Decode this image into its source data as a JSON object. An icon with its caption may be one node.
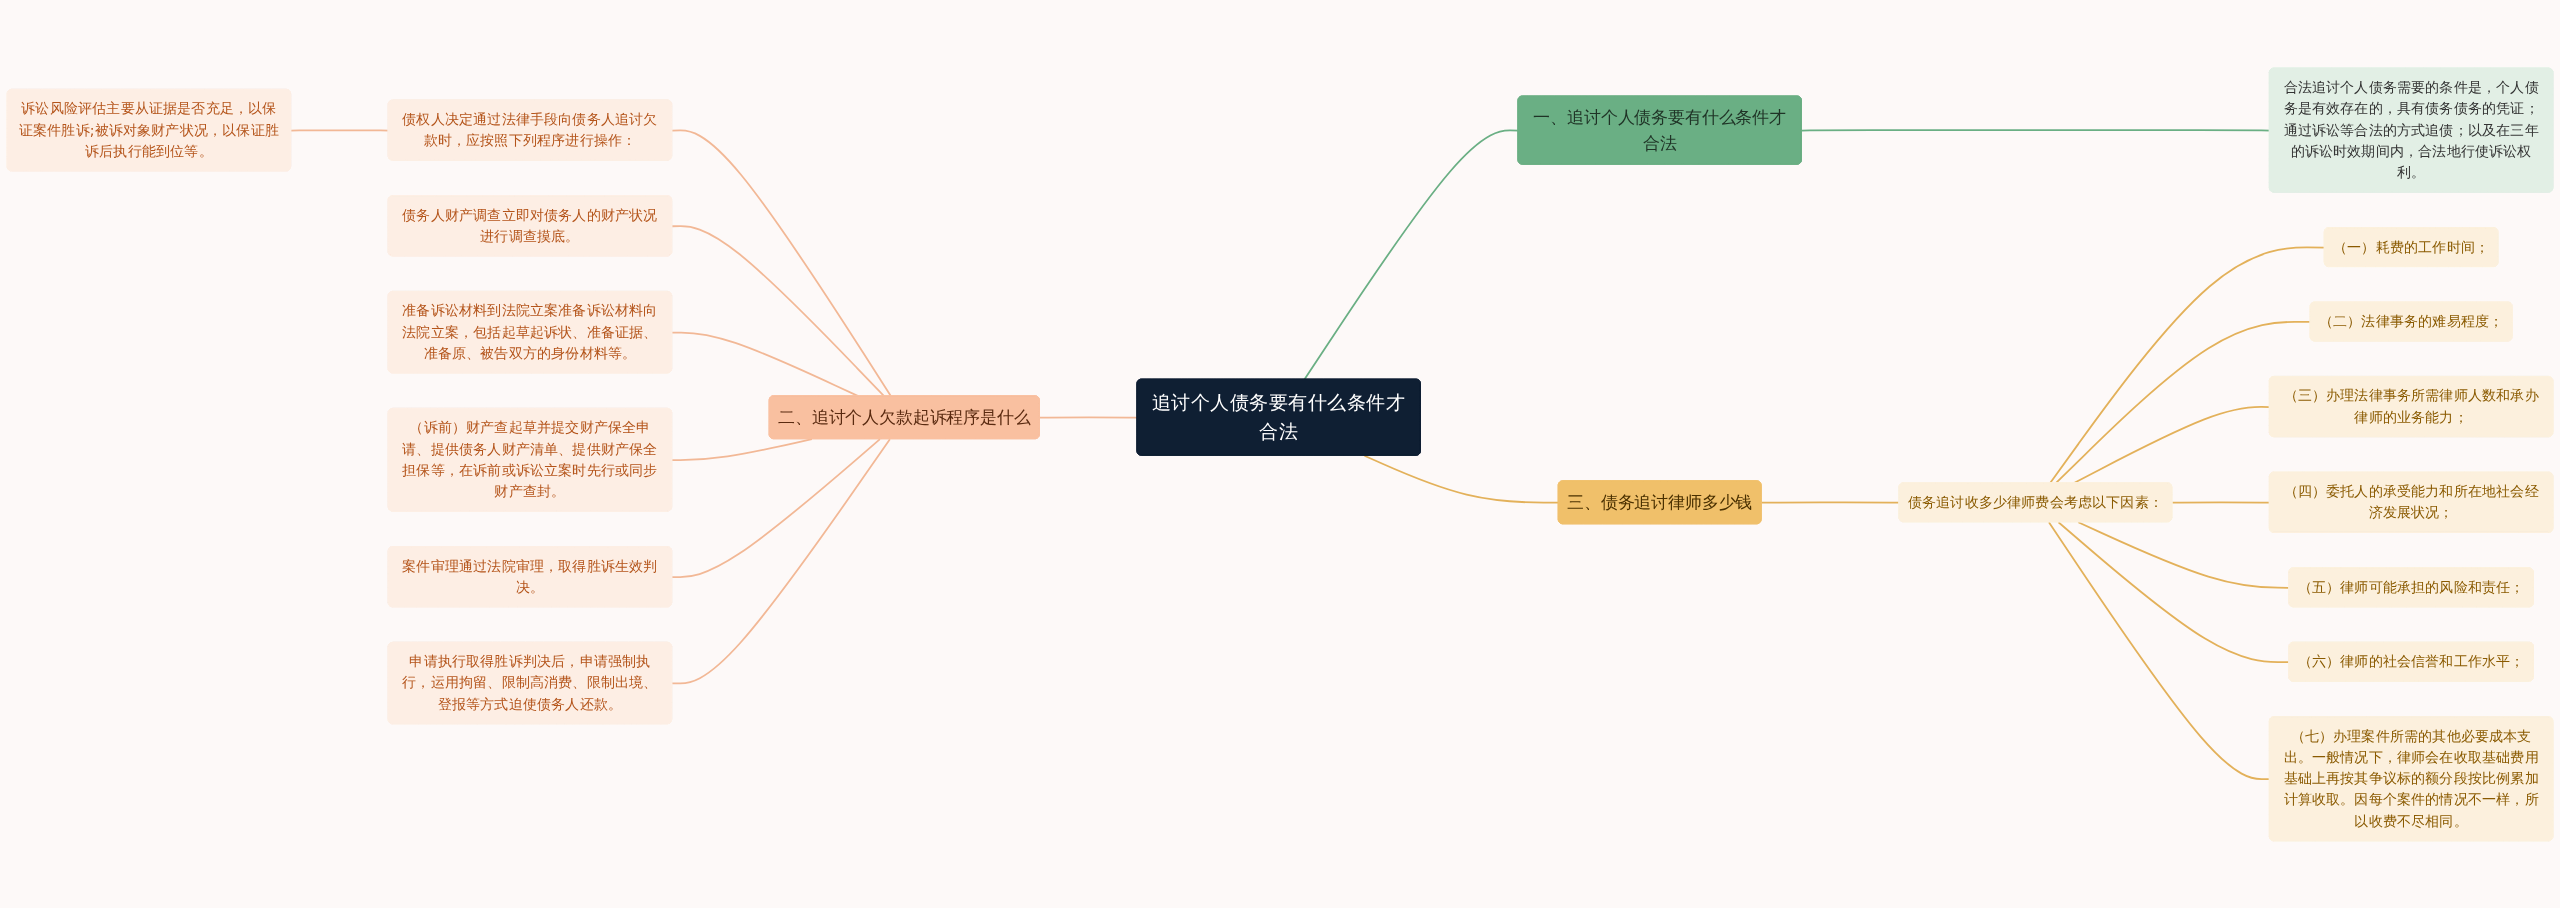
{
  "diagram": {
    "nodes": [
      {
        "text": [
          "追讨个人债务要有什么条件才合法"
        ]
      },
      {
        "text": [
          "一、追讨个人债务要有什么条件才合法"
        ]
      },
      {
        "text": [
          "合法追讨个人债务需要的条件是，个人债务是有效存在的，具有债务债务的凭证；通过诉讼等合法的方式追债；以及在三年的诉讼时效期间内，合法地行使诉讼权利。"
        ]
      },
      {
        "text": [
          "二、追讨个人欠款起诉程序是什么"
        ]
      },
      {
        "text": [
          "债权人决定通过法律手段向债务人追讨欠款时，应按照下列程序进行操作："
        ]
      },
      {
        "text": [
          "诉讼风险评估主要从证据是否充足，以保证案件胜诉;被诉对象财产状况，以保证胜诉后执行能到位等。"
        ]
      },
      {
        "text": [
          "债务人财产调查立即对债务人的财产状况进行调查摸底。"
        ]
      },
      {
        "text": [
          "准备诉讼材料到法院立案准备诉讼材料向法院立案，包括起草起诉状、准备证据、准备原、被告双方的身份材料等。"
        ]
      },
      {
        "text": [
          "（诉前）财产查起草并提交财产保全申请、提供债务人财产清单、提供财产保全担保等，在诉前或诉讼立案时先行或同步财产查封。"
        ]
      },
      {
        "text": [
          "案件审理通过法院审理，取得胜诉生效判决。"
        ]
      },
      {
        "text": [
          "申请执行取得胜诉判决后，申请强制执行，运用拘留、限制高消费、限制出境、登报等方式迫使债务人还款。"
        ]
      },
      {
        "text": [
          "三、债务追讨律师多少钱"
        ]
      },
      {
        "text": [
          "债务追讨收多少律师费会考虑以下因素："
        ]
      },
      {
        "text": [
          "（一）耗费的工作时间；"
        ]
      },
      {
        "text": [
          "（二）法律事务的难易程度；"
        ]
      },
      {
        "text": [
          "（三）办理法律事务所需律师人数和承办律师的业务能力；"
        ]
      },
      {
        "text": [
          "（四）委托人的承受能力和所在地社会经济发展状况；"
        ]
      },
      {
        "text": [
          "（五）律师可能承担的风险和责任；"
        ]
      },
      {
        "text": [
          "（六）律师的社会信誉和工作水平；"
        ]
      },
      {
        "text": [
          "（七）办理案件所需的其他必要成本支出。一般情况下，律师会在收取基础费用基础上再按其争议标的额分段按比例累加计算收取。因每个案件的情况不一样，所以收费不尽相同。"
        ]
      }
    ],
    "edges": [
      {
        "from": 0,
        "to": 1,
        "arrow": "none",
        "color": "#6aaf84"
      },
      {
        "from": 1,
        "to": 2,
        "arrow": "none",
        "color": "#6aaf84"
      },
      {
        "from": 3,
        "to": 0,
        "arrow": "none",
        "color": "#f2b896"
      },
      {
        "from": 4,
        "to": 3,
        "arrow": "none",
        "color": "#f2b896"
      },
      {
        "from": 5,
        "to": 4,
        "arrow": "none",
        "color": "#f2b896"
      },
      {
        "from": 6,
        "to": 3,
        "arrow": "none",
        "color": "#f2b896"
      },
      {
        "from": 7,
        "to": 3,
        "arrow": "none",
        "color": "#f2b896"
      },
      {
        "from": 8,
        "to": 3,
        "arrow": "none",
        "color": "#f2b896"
      },
      {
        "from": 9,
        "to": 3,
        "arrow": "none",
        "color": "#f2b896"
      },
      {
        "from": 10,
        "to": 3,
        "arrow": "none",
        "color": "#f2b896"
      },
      {
        "from": 0,
        "to": 11,
        "arrow": "none"
      },
      {
        "from": 11,
        "to": 12,
        "arrow": "none"
      },
      {
        "from": 12,
        "to": 13,
        "arrow": "none"
      },
      {
        "from": 12,
        "to": 14,
        "arrow": "none"
      },
      {
        "from": 12,
        "to": 15,
        "arrow": "none"
      },
      {
        "from": 12,
        "to": 16,
        "arrow": "none"
      },
      {
        "from": 12,
        "to": 17,
        "arrow": "none"
      },
      {
        "from": 12,
        "to": 18,
        "arrow": "none"
      },
      {
        "from": 12,
        "to": 19,
        "arrow": "none"
      }
    ]
  }
}
